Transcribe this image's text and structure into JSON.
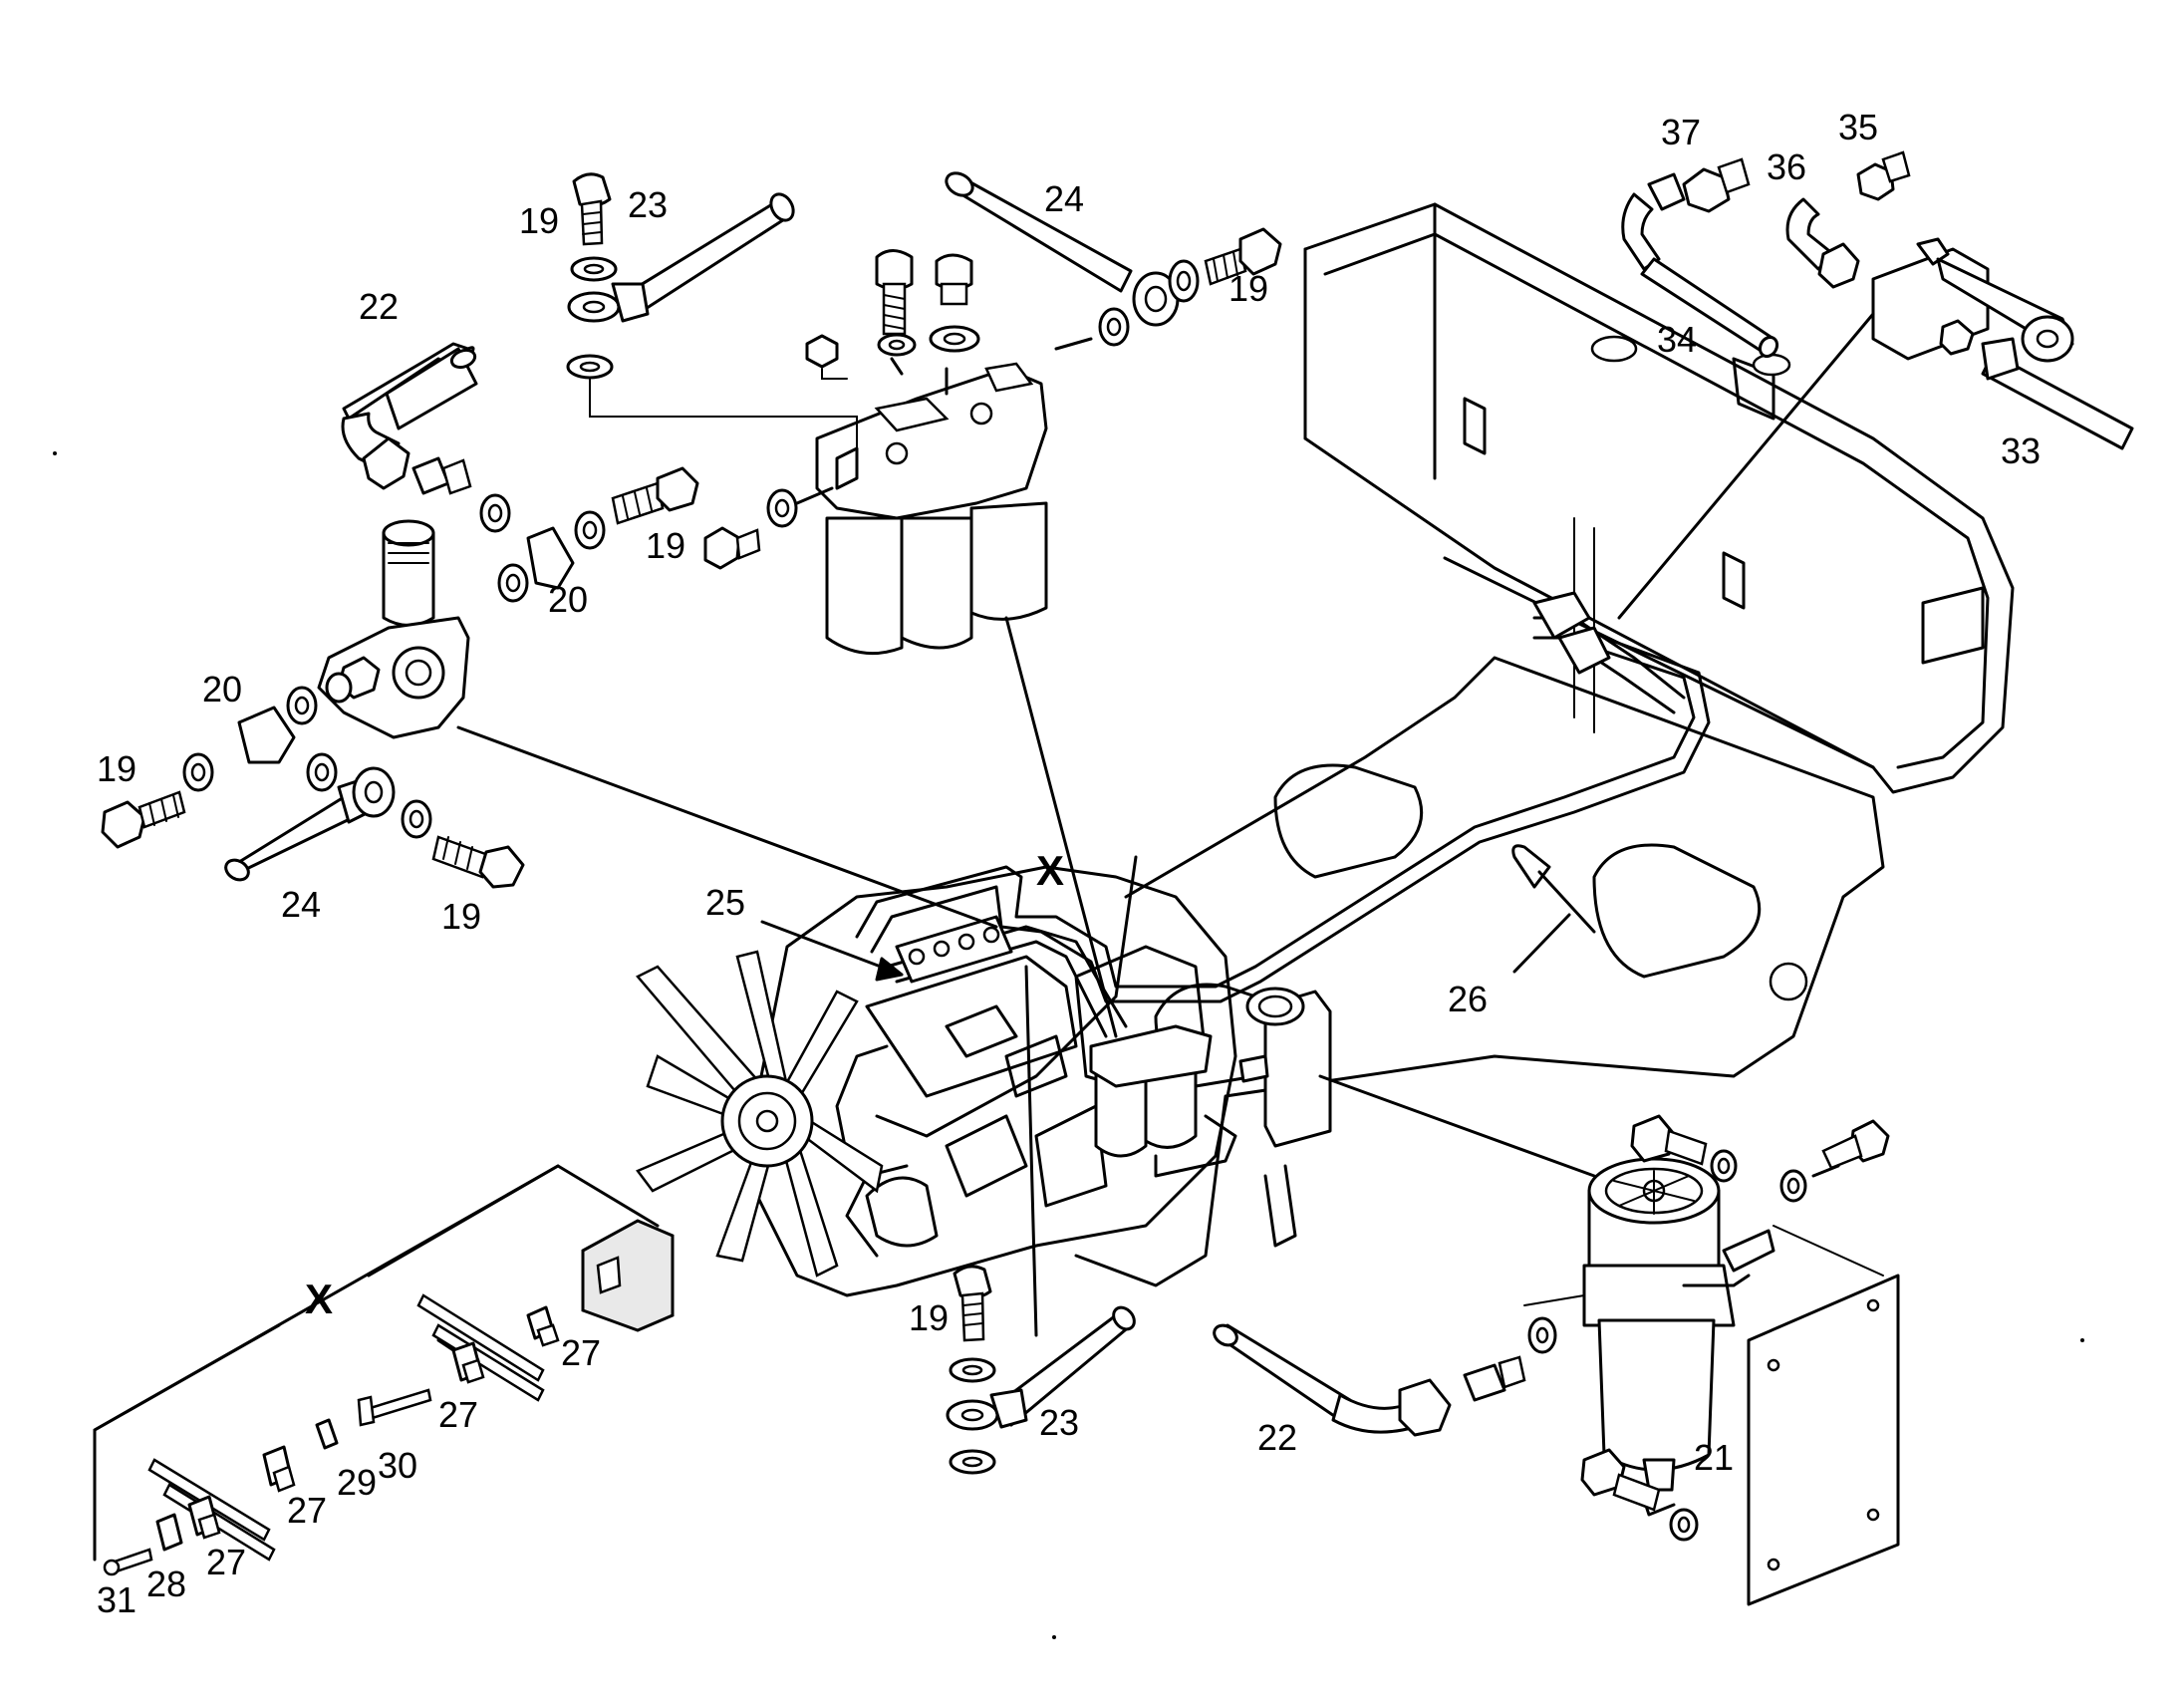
{
  "diagram": {
    "callouts": [
      {
        "id": "c19a",
        "text": "19"
      },
      {
        "id": "c23a",
        "text": "23"
      },
      {
        "id": "c24a",
        "text": "24"
      },
      {
        "id": "c19b",
        "text": "19"
      },
      {
        "id": "c22a",
        "text": "22"
      },
      {
        "id": "c19c",
        "text": "19"
      },
      {
        "id": "c20a",
        "text": "20"
      },
      {
        "id": "c20b",
        "text": "20"
      },
      {
        "id": "c19d",
        "text": "19"
      },
      {
        "id": "c24b",
        "text": "24"
      },
      {
        "id": "c19e",
        "text": "19"
      },
      {
        "id": "c37",
        "text": "37"
      },
      {
        "id": "c36",
        "text": "36"
      },
      {
        "id": "c35",
        "text": "35"
      },
      {
        "id": "c34",
        "text": "34"
      },
      {
        "id": "c33",
        "text": "33"
      },
      {
        "id": "c25",
        "text": "25"
      },
      {
        "id": "c26",
        "text": "26"
      },
      {
        "id": "c19f",
        "text": "19"
      },
      {
        "id": "c23b",
        "text": "23"
      },
      {
        "id": "c22b",
        "text": "22"
      },
      {
        "id": "c21",
        "text": "21"
      },
      {
        "id": "c27a",
        "text": "27"
      },
      {
        "id": "c27b",
        "text": "27"
      },
      {
        "id": "c27c",
        "text": "27"
      },
      {
        "id": "c27d",
        "text": "27"
      },
      {
        "id": "c28",
        "text": "28"
      },
      {
        "id": "c29",
        "text": "29"
      },
      {
        "id": "c30",
        "text": "30"
      },
      {
        "id": "c31",
        "text": "31"
      }
    ],
    "detail_marker": "X",
    "detail_marker_inset": "X"
  }
}
